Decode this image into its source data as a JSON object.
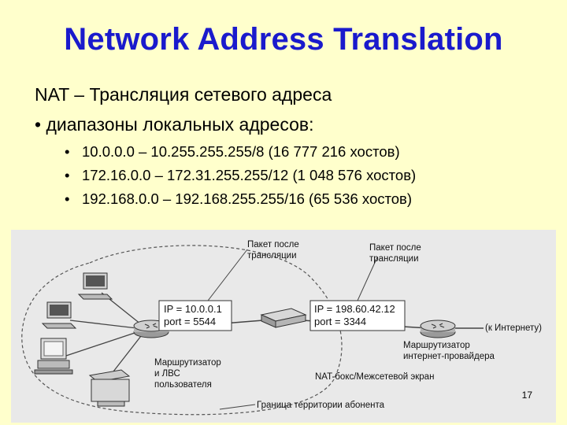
{
  "slide": {
    "title": "Network Address Translation",
    "line1": "NAT – Трансляция сетевого адреса",
    "line2": "• диапазоны локальных адресов:",
    "ranges": [
      "10.0.0.0 – 10.255.255.255/8 (16 777 216 хостов)",
      "172.16.0.0 – 172.31.255.255/12 (1 048 576 хостов)",
      "192.168.0.0 – 192.168.255.255/16 (65 536 хостов)"
    ],
    "bullet": "•",
    "page_number": "17"
  },
  "diagram": {
    "packet_left_label": [
      "Пакет после",
      "трансляции"
    ],
    "packet_right_label": [
      "Пакет после",
      "трансляции"
    ],
    "left_ip": "IP = 10.0.0.1",
    "left_port": "port = 5544",
    "right_ip": "IP = 198.60.42.12",
    "right_port": "port = 3344",
    "to_internet": "(к Интернету)",
    "isp_router_label": [
      "Маршрутизатор",
      "интернет-провайдера"
    ],
    "nat_box_label": "NAT-бокс/Межсетевой экран",
    "lan_router_label": [
      "Маршрутизатор",
      "и ЛВС",
      "пользователя"
    ],
    "boundary_label": "Граница территории абонента"
  }
}
